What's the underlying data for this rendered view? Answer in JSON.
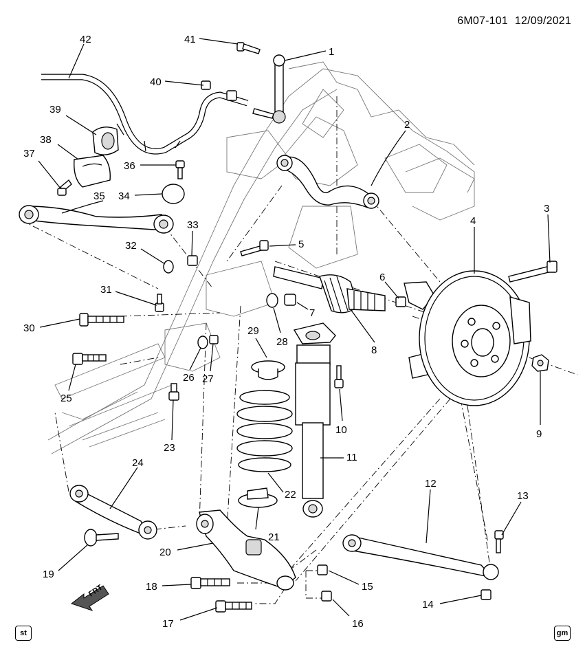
{
  "header": {
    "diagram_code": "6M07-101",
    "date": "12/09/2021"
  },
  "badges": {
    "left": "st",
    "right": "gm"
  },
  "orientation": {
    "label": "FRT"
  },
  "callouts": [
    "1",
    "2",
    "3",
    "4",
    "5",
    "6",
    "7",
    "8",
    "9",
    "10",
    "11",
    "12",
    "13",
    "14",
    "15",
    "16",
    "17",
    "18",
    "19",
    "20",
    "21",
    "22",
    "23",
    "24",
    "25",
    "26",
    "27",
    "28",
    "29",
    "30",
    "31",
    "32",
    "33",
    "34",
    "35",
    "36",
    "37",
    "38",
    "39",
    "40",
    "41",
    "42"
  ]
}
